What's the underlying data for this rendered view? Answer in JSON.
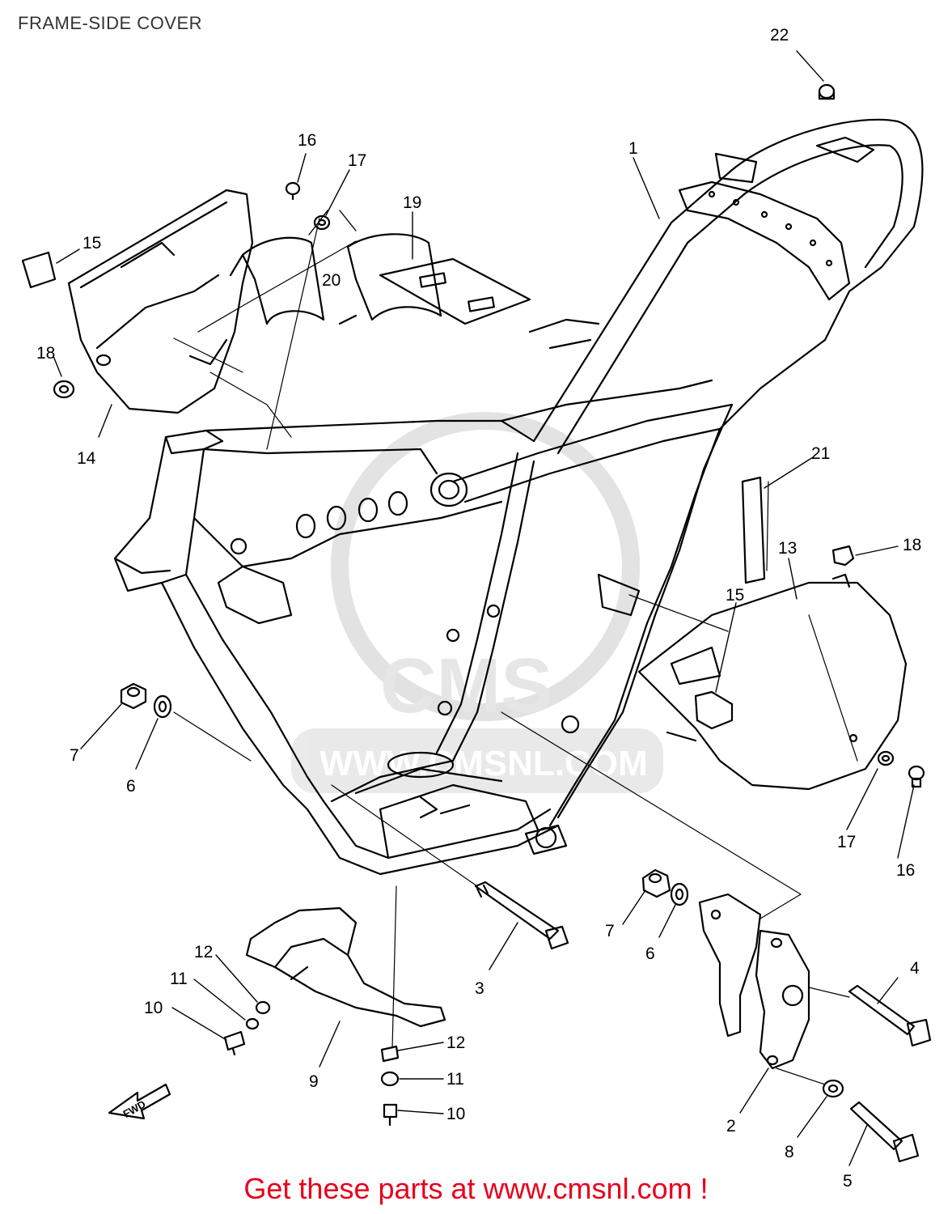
{
  "title": "FRAME-SIDE COVER",
  "promo": "Get these parts at www.cmsnl.com !",
  "watermark": {
    "logo_text": "CMS",
    "url_text": "WWW.CMSNL.COM"
  },
  "fwd_arrow_text": "FWD",
  "callouts": [
    {
      "id": "c22",
      "text": "22"
    },
    {
      "id": "c1",
      "text": "1"
    },
    {
      "id": "c16a",
      "text": "16"
    },
    {
      "id": "c17a",
      "text": "17"
    },
    {
      "id": "c19",
      "text": "19"
    },
    {
      "id": "c15a",
      "text": "15"
    },
    {
      "id": "c20",
      "text": "20"
    },
    {
      "id": "c18a",
      "text": "18"
    },
    {
      "id": "c14",
      "text": "14"
    },
    {
      "id": "c21",
      "text": "21"
    },
    {
      "id": "c13",
      "text": "13"
    },
    {
      "id": "c18b",
      "text": "18"
    },
    {
      "id": "c15b",
      "text": "15"
    },
    {
      "id": "c7a",
      "text": "7"
    },
    {
      "id": "c6a",
      "text": "6"
    },
    {
      "id": "c17b",
      "text": "17"
    },
    {
      "id": "c16b",
      "text": "16"
    },
    {
      "id": "c7b",
      "text": "7"
    },
    {
      "id": "c6b",
      "text": "6"
    },
    {
      "id": "c3",
      "text": "3"
    },
    {
      "id": "c4",
      "text": "4"
    },
    {
      "id": "c12a",
      "text": "12"
    },
    {
      "id": "c11a",
      "text": "11"
    },
    {
      "id": "c10a",
      "text": "10"
    },
    {
      "id": "c9",
      "text": "9"
    },
    {
      "id": "c12b",
      "text": "12"
    },
    {
      "id": "c11b",
      "text": "11"
    },
    {
      "id": "c10b",
      "text": "10"
    },
    {
      "id": "c2",
      "text": "2"
    },
    {
      "id": "c8",
      "text": "8"
    },
    {
      "id": "c5",
      "text": "5"
    }
  ]
}
